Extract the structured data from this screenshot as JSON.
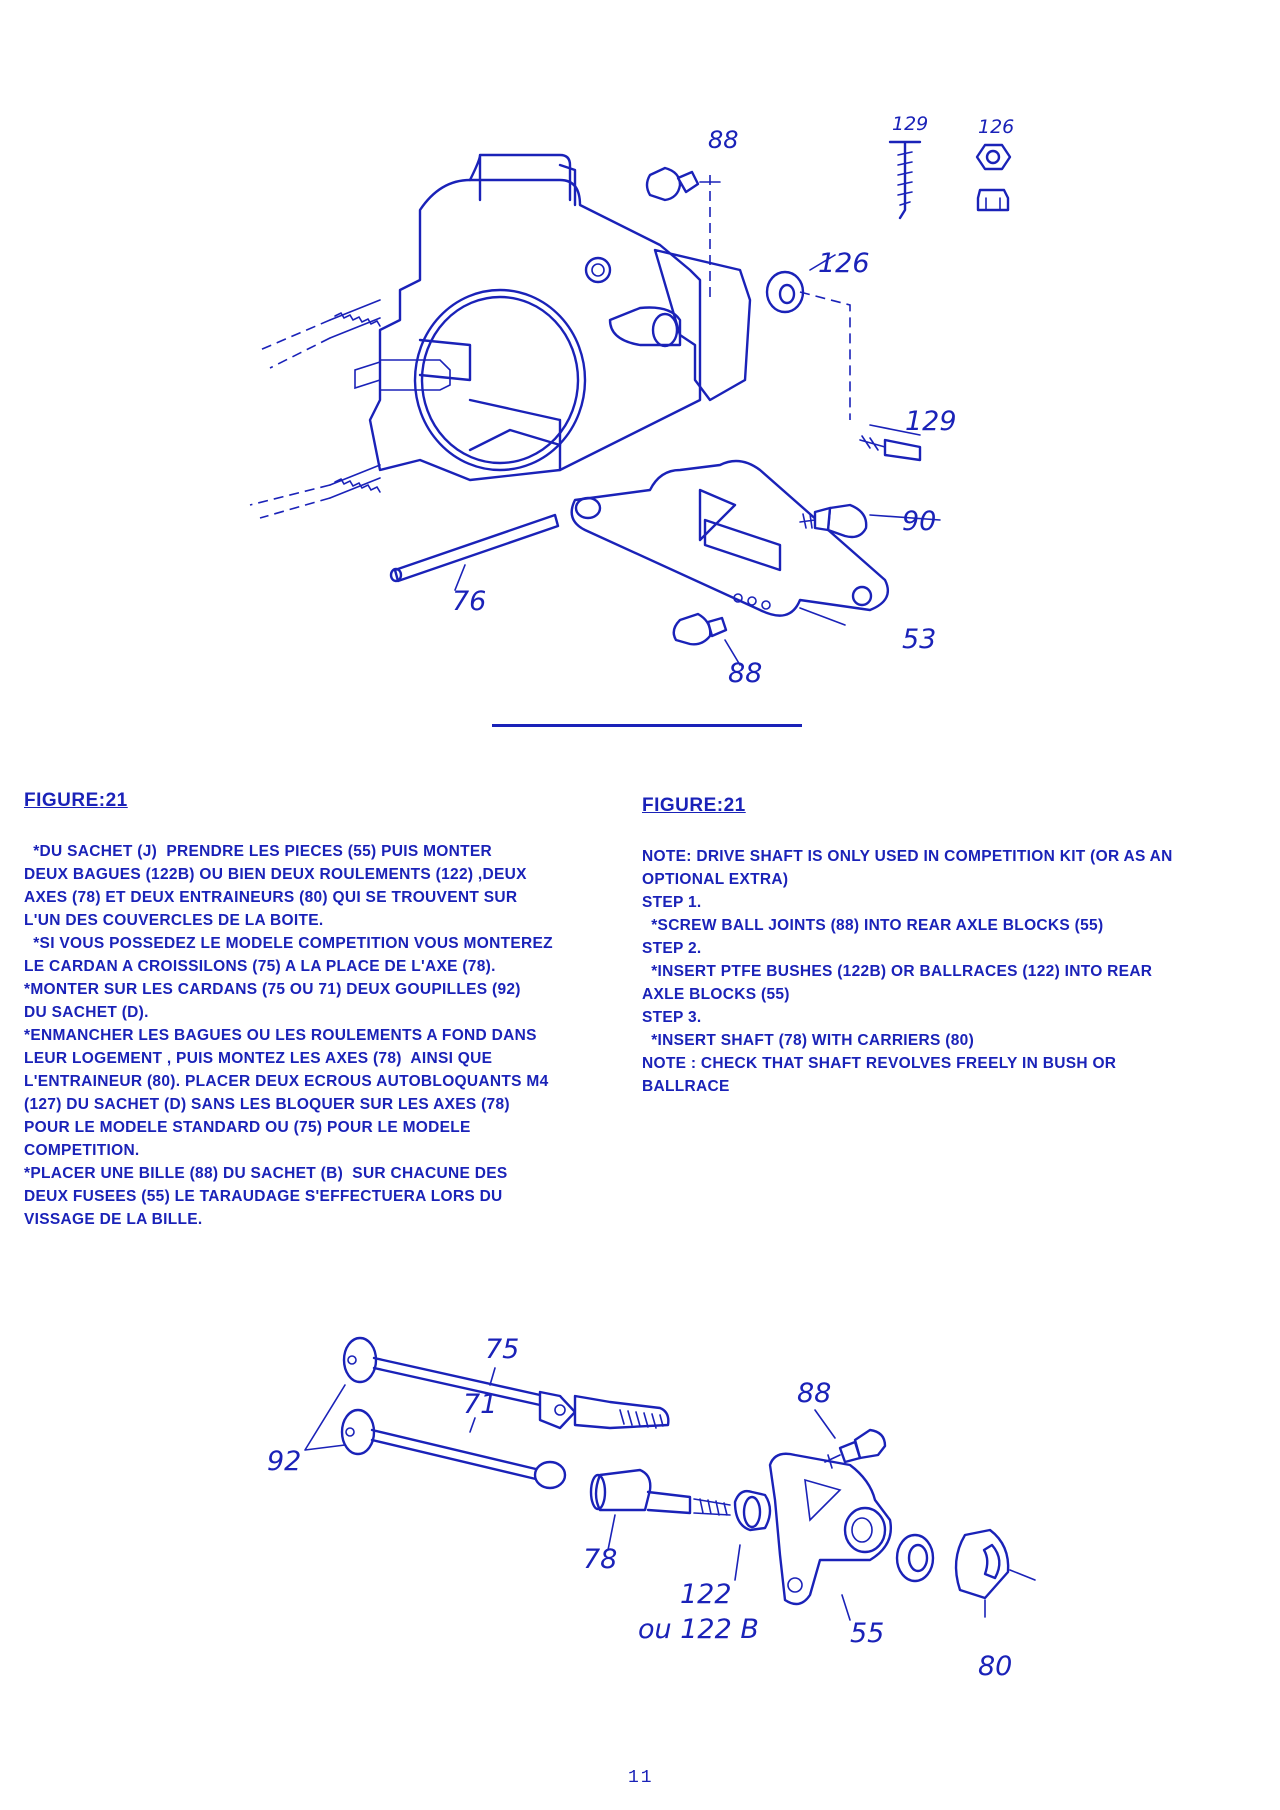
{
  "top_figure": {
    "callouts": [
      "88",
      "129",
      "126",
      "126",
      "129",
      "90",
      "76",
      "53",
      "88"
    ]
  },
  "left_column": {
    "heading": "FIGURE:21",
    "lines": [
      "  *DU SACHET (J)  PRENDRE LES PIECES (55) PUIS MONTER",
      "DEUX BAGUES (122B) OU BIEN DEUX ROULEMENTS (122) ,DEUX",
      "AXES (78) ET DEUX ENTRAINEURS (80) QUI SE TROUVENT SUR",
      "L'UN DES COUVERCLES DE LA BOITE.",
      "  *SI VOUS POSSEDEZ LE MODELE COMPETITION VOUS MONTEREZ",
      "LE CARDAN A CROISSILONS (75) A LA PLACE DE L'AXE (78).",
      "*MONTER SUR LES CARDANS (75 OU 71) DEUX GOUPILLES (92)",
      "DU SACHET (D).",
      "*ENMANCHER LES BAGUES OU LES ROULEMENTS A FOND DANS",
      "LEUR LOGEMENT , PUIS MONTEZ LES AXES (78)  AINSI QUE",
      "L'ENTRAINEUR (80). PLACER DEUX ECROUS AUTOBLOQUANTS M4",
      "(127) DU SACHET (D) SANS LES BLOQUER SUR LES AXES (78)",
      "POUR LE MODELE STANDARD OU (75) POUR LE MODELE",
      "COMPETITION.",
      "*PLACER UNE BILLE (88) DU SACHET (B)  SUR CHACUNE DES",
      "DEUX FUSEES (55) LE TARAUDAGE S'EFFECTUERA LORS DU",
      "VISSAGE DE LA BILLE."
    ]
  },
  "right_column": {
    "heading": "FIGURE:21",
    "lines": [
      "NOTE: DRIVE SHAFT IS ONLY USED IN COMPETITION KIT (OR AS AN",
      "OPTIONAL EXTRA)",
      "STEP 1.",
      "  *SCREW BALL JOINTS (88) INTO REAR AXLE BLOCKS (55)",
      "STEP 2.",
      "  *INSERT PTFE BUSHES (122B) OR BALLRACES (122) INTO REAR",
      "AXLE BLOCKS (55)",
      "STEP 3.",
      "  *INSERT SHAFT (78) WITH CARRIERS (80)",
      "NOTE : CHECK THAT SHAFT REVOLVES FREELY IN BUSH OR",
      "BALLRACE"
    ]
  },
  "bottom_figure": {
    "callouts": [
      "75",
      "71",
      "92",
      "88",
      "78",
      "122",
      "ou 122 B",
      "55",
      "80"
    ]
  },
  "page_number": "11",
  "colors": {
    "ink": "#1a22b8",
    "paper": "#ffffff"
  }
}
